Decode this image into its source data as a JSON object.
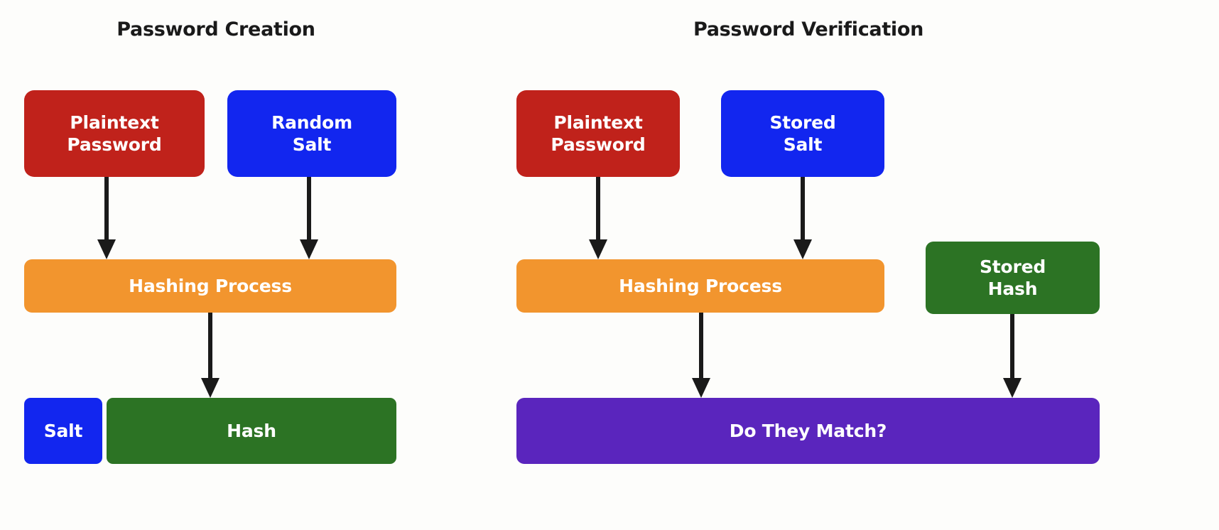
{
  "diagram": {
    "title_left": "Password Creation",
    "title_right": "Password Verification",
    "background_color": "#fdfdfb",
    "arrow_color": "#1a1a1a",
    "colors": {
      "red": "#c0221b",
      "blue": "#1226ef",
      "orange": "#f2952e",
      "green": "#2c7324",
      "purple": "#5a25bd"
    }
  },
  "creation": {
    "nodes": [
      {
        "id": "plaintext-password",
        "line1": "Plaintext",
        "line2": "Password",
        "color": "#c0221b"
      },
      {
        "id": "random-salt",
        "line1": "Random",
        "line2": "Salt",
        "color": "#1226ef"
      },
      {
        "id": "hashing-process",
        "line1": "Hashing Process",
        "line2": "",
        "color": "#f2952e"
      },
      {
        "id": "salt",
        "line1": "Salt",
        "line2": "",
        "color": "#1226ef"
      },
      {
        "id": "hash",
        "line1": "Hash",
        "line2": "",
        "color": "#2c7324"
      }
    ],
    "edges": [
      {
        "from": "plaintext-password",
        "to": "hashing-process"
      },
      {
        "from": "random-salt",
        "to": "hashing-process"
      },
      {
        "from": "hashing-process",
        "to": "hash"
      }
    ]
  },
  "verification": {
    "nodes": [
      {
        "id": "plaintext-password",
        "line1": "Plaintext",
        "line2": "Password",
        "color": "#c0221b"
      },
      {
        "id": "stored-salt",
        "line1": "Stored",
        "line2": "Salt",
        "color": "#1226ef"
      },
      {
        "id": "hashing-process",
        "line1": "Hashing Process",
        "line2": "",
        "color": "#f2952e"
      },
      {
        "id": "stored-hash",
        "line1": "Stored",
        "line2": "Hash",
        "color": "#2c7324"
      },
      {
        "id": "do-they-match",
        "line1": "Do They Match?",
        "line2": "",
        "color": "#5a25bd"
      }
    ],
    "edges": [
      {
        "from": "plaintext-password",
        "to": "hashing-process"
      },
      {
        "from": "stored-salt",
        "to": "hashing-process"
      },
      {
        "from": "hashing-process",
        "to": "do-they-match"
      },
      {
        "from": "stored-hash",
        "to": "do-they-match"
      }
    ]
  }
}
